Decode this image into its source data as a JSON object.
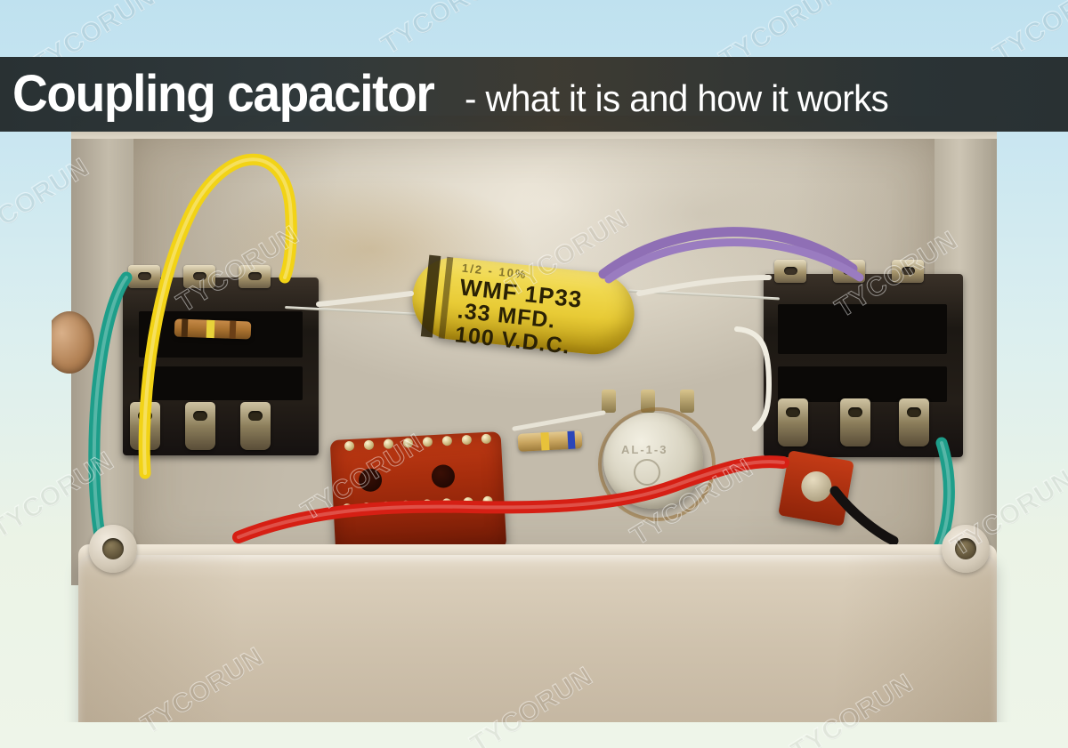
{
  "banner": {
    "title": "Coupling capacitor",
    "subtitle": "- what it is and how it works",
    "background_color": "#2e383a",
    "text_color": "#ffffff"
  },
  "page": {
    "background_top_color": "#bfe1ef",
    "background_bottom_color": "#eef5e9"
  },
  "watermark": {
    "text": "TYCORUN",
    "color": "#ffffff",
    "rotation_deg": -32
  },
  "photo": {
    "alt": "Inside of a metal project box showing an audio circuit with a coupling capacitor",
    "components": {
      "capacitor": {
        "label_line0": "1/2 - 10%",
        "label_line1": "WMF 1P33",
        "label_line2": ".33 MFD.",
        "label_line3": "100 V.D.C.",
        "body_color": "#eed64a",
        "band_color": "#2b2208"
      },
      "potentiometer": {
        "embossed_text": "AL-1-3",
        "case_color": "#e2ddcb"
      },
      "coil": {
        "name": "red-transformer",
        "color": "#a82e0d"
      },
      "trimmer": {
        "name": "red-trimmer",
        "color": "#b83314"
      },
      "enclosure": {
        "name": "metal-enclosure",
        "color": "#cfc5b2"
      },
      "terminal_strip_left": {
        "name": "terminal-strip-left",
        "lug_count": 3
      },
      "terminal_strip_right": {
        "name": "terminal-strip-right",
        "lug_count": 3
      },
      "resistor_left": {
        "body_color": "#b07a3c",
        "band_color": "#e8d23a"
      },
      "resistor_middle": {
        "body_color": "#c9a55f",
        "bands": [
          "#e8c23a",
          "#2b46b8"
        ]
      }
    },
    "wires": [
      {
        "name": "yellow-wire",
        "color": "#f2d316"
      },
      {
        "name": "teal-wire-left",
        "color": "#1e9e8a"
      },
      {
        "name": "teal-wire-right",
        "color": "#1e9e8a"
      },
      {
        "name": "purple-wire",
        "color": "#8f6fb5"
      },
      {
        "name": "red-wire",
        "color": "#d61f14"
      },
      {
        "name": "white-wire",
        "color": "#eae6da"
      },
      {
        "name": "black-wire",
        "color": "#141110"
      }
    ]
  }
}
